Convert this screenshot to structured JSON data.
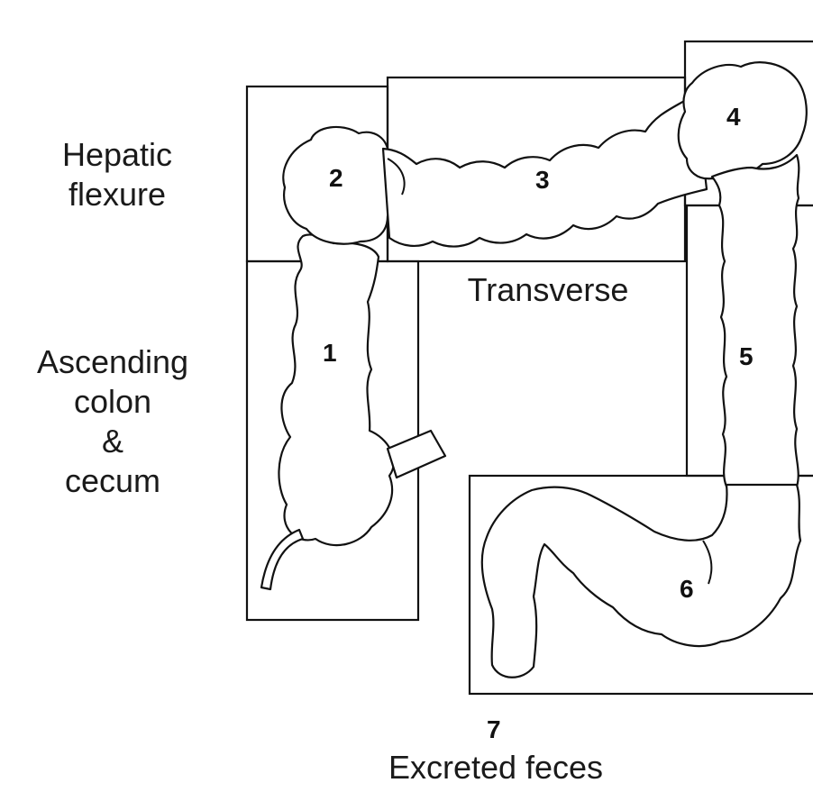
{
  "labels": {
    "hepatic_line1": "Hepatic",
    "hepatic_line2": "flexure",
    "ascending_line1": "Ascending",
    "ascending_line2": "colon",
    "ascending_line3": "&",
    "ascending_line4": "cecum",
    "transverse": "Transverse",
    "excreted": "Excreted feces"
  },
  "segments": {
    "s1": "1",
    "s2": "2",
    "s3": "3",
    "s4": "4",
    "s5": "5",
    "s6": "6",
    "s7": "7"
  },
  "colors": {
    "stroke": "#111111",
    "background": "#ffffff"
  }
}
